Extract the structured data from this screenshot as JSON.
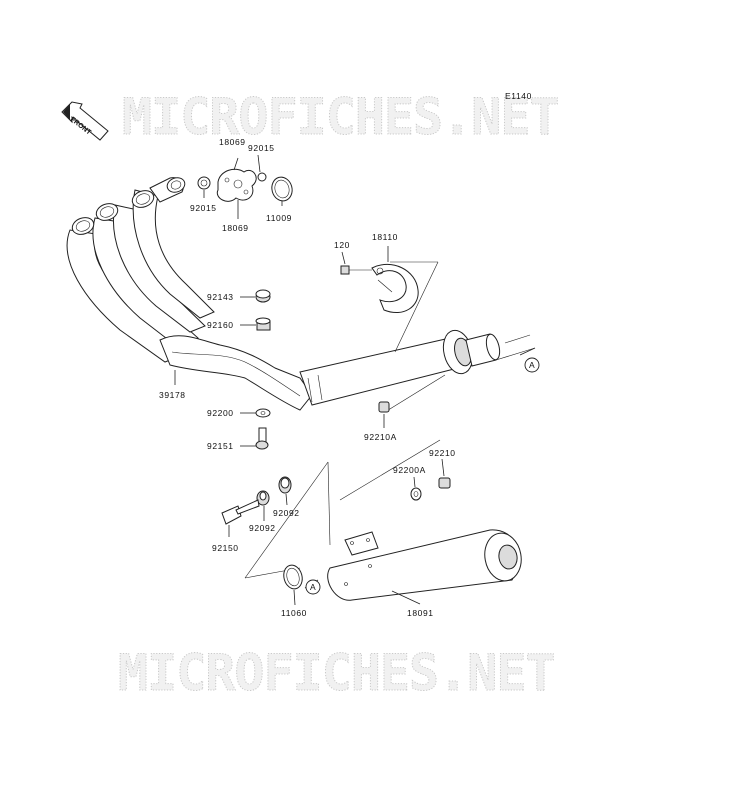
{
  "diagram": {
    "code": "E1140",
    "watermark": "MICROFICHES.NET",
    "front_label": "FRONT",
    "ref_marker": "A",
    "parts": {
      "p18069_top": "18069",
      "p92015_top": "92015",
      "p92015_left": "92015",
      "p11009": "11009",
      "p18069_bottom": "18069",
      "p120": "120",
      "p18110": "18110",
      "p92143": "92143",
      "p92160": "92160",
      "p39178": "39178",
      "p92200": "92200",
      "p92151": "92151",
      "p92210A": "92210A",
      "p92200A": "92200A",
      "p92210": "92210",
      "p92092_right": "92092",
      "p92092_left": "92092",
      "p92150": "92150",
      "p11060": "11060",
      "p18091": "18091"
    }
  }
}
